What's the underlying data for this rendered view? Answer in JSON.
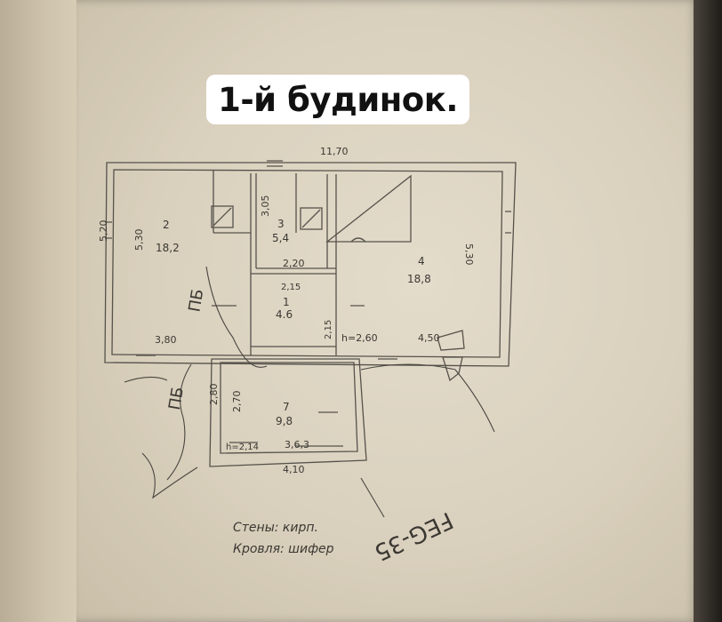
{
  "title": "1-й будинок.",
  "plan": {
    "overall_width": "11,70",
    "left_height": "5,20",
    "rooms": [
      {
        "number": "2",
        "area": "18,2",
        "height": "5,30",
        "width": "3,80"
      },
      {
        "number": "3",
        "area": "5,4",
        "depth": "3,05",
        "width": "2,20"
      },
      {
        "number": "1",
        "area": "4.6",
        "width": "2,15",
        "depth": "2,15"
      },
      {
        "number": "4",
        "area": "18,8",
        "height": "5,30",
        "width": "4,50",
        "ceiling": "h=2,60"
      },
      {
        "number": "7",
        "area": "9,8",
        "width": "3,6,3",
        "depth": "2,70",
        "ceiling": "h=2,14"
      }
    ],
    "annex_width": "4,10",
    "annex_outer_depth": "2,80"
  },
  "annotations": {
    "stamp": "FEG-35",
    "walls": "Стены: кирп.",
    "roof": "Кровля: шифер",
    "scribble_1": "ПБ",
    "scribble_2": "ПБ"
  }
}
